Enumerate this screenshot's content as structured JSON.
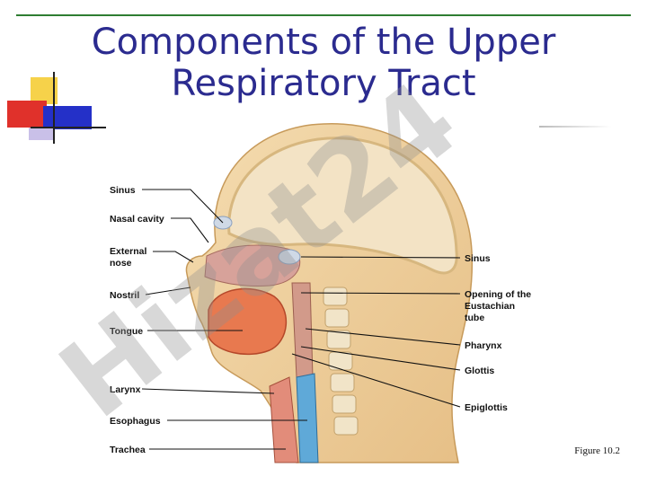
{
  "slide": {
    "title_line1": "Components of the Upper",
    "title_line2": "Respiratory Tract",
    "caption": "Figure 10.2",
    "watermark": "Hizat24"
  },
  "diagram": {
    "labels_left": [
      "Sinus",
      "Nasal cavity",
      "External",
      "nose",
      "Nostril",
      "Tongue",
      "Larynx",
      "Esophagus",
      "Trachea"
    ],
    "labels_right": [
      "Sinus",
      "Opening of the",
      "Eustachian",
      "tube",
      "Pharynx",
      "Glottis",
      "Epiglottis"
    ]
  },
  "colors": {
    "title": "#2b2b8f",
    "rule": "#2e7d32",
    "skin": "#f1d3a4",
    "tongue": "#e8794f",
    "trachea": "#5fa9d8",
    "watermark": "#8f8f8f"
  }
}
